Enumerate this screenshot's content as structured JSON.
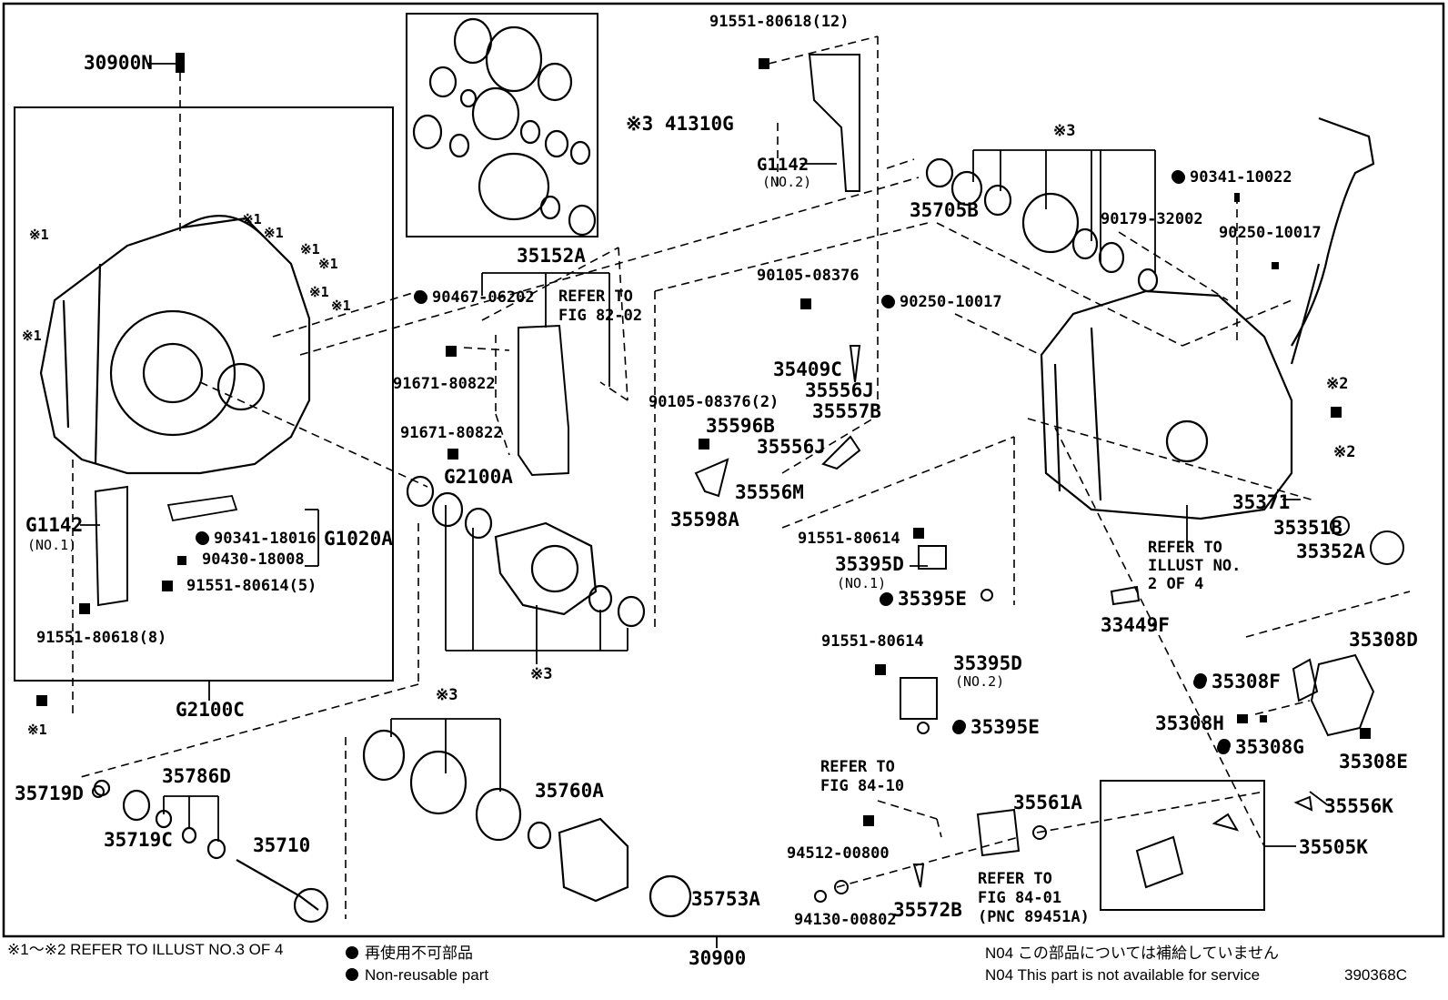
{
  "diagram": {
    "labels": {
      "p30900N": "30900N",
      "p41310G": "※3 41310G",
      "p91551_12": "91551-80618(12)",
      "g1142_no2": "G1142",
      "g1142_no2_sub": "(NO.2)",
      "s3_top": "※3",
      "p90341_10022": "90341-10022",
      "p35705B": "35705B",
      "p90179": "90179-32002",
      "p90250_a": "90250-10017",
      "p35152A": "35152A",
      "p90105_a": "90105-08376",
      "p90467": "90467-06202",
      "refer_82_a": "REFER TO",
      "refer_82_b": "FIG 82-02",
      "p90250_b": "90250-10017",
      "p91671_a": "91671-80822",
      "p35409C": "35409C",
      "p35556J_a": "35556J",
      "p35557B": "35557B",
      "p90105_2": "90105-08376(2)",
      "p35596B": "35596B",
      "p35556J_b": "35556J",
      "p91671_b": "91671-80822",
      "pG2100A": "G2100A",
      "p35556M": "35556M",
      "p35598A": "35598A",
      "g1142_no1": "G1142",
      "g1142_no1_sub": "(NO.1)",
      "p90341_18016": "90341-18016",
      "pG1020A": "G1020A",
      "p90430": "90430-18008",
      "p91551_5": "91551-80614(5)",
      "p91551_8": "91551-80618(8)",
      "s3_mid": "※3",
      "pG2100C": "G2100C",
      "p91551_d1": "91551-80614",
      "p35395D_1": "35395D",
      "p35395D_1_sub": "(NO.1)",
      "p35395E_1": "35395E",
      "p35371": "35371",
      "p35351B": "35351B",
      "p35352A": "35352A",
      "refer_ill_a": "REFER TO",
      "refer_ill_b": "ILLUST NO.",
      "refer_ill_c": "2 OF 4",
      "s2_a": "※2",
      "s2_b": "※2",
      "p33449F": "33449F",
      "p91551_d2": "91551-80614",
      "p35395D_2": "35395D",
      "p35395D_2_sub": "(NO.2)",
      "p35395E_2": "35395E",
      "p35308D": "35308D",
      "p35308F": "35308F",
      "p35308H": "35308H",
      "p35308G": "35308G",
      "p35308E": "35308E",
      "p35719D": "35719D",
      "p35786D": "35786D",
      "p35719C": "35719C",
      "p35710": "35710",
      "s3_low": "※3",
      "p35760A": "35760A",
      "p35753A": "35753A",
      "refer_84_10_a": "REFER TO",
      "refer_84_10_b": "FIG 84-10",
      "p94512": "94512-00800",
      "p94130": "94130-00802",
      "p35572B": "35572B",
      "p35561A": "35561A",
      "refer_84_01_a": "REFER TO",
      "refer_84_01_b": "FIG 84-01",
      "refer_84_01_c": "(PNC 89451A)",
      "p35556K": "35556K",
      "p35505K": "35505K",
      "s1_a": "※1",
      "s1_b": "※1",
      "s1_c": "※1",
      "s1_d": "※1",
      "s1_e": "※1",
      "s1_f": "※1",
      "s1_g": "※1",
      "s1_h": "※1",
      "s1_i": "※1"
    },
    "assembly_number": "30900"
  },
  "footer": {
    "note": "※1〜※2 REFER TO ILLUST NO.3 OF 4",
    "legend_jp": "再使用不可部品",
    "legend_en": "Non-reusable part",
    "n04_jp": "N04  この部品については補給していません",
    "n04_en": "N04  This part is not available for service",
    "figure_code": "390368C"
  }
}
